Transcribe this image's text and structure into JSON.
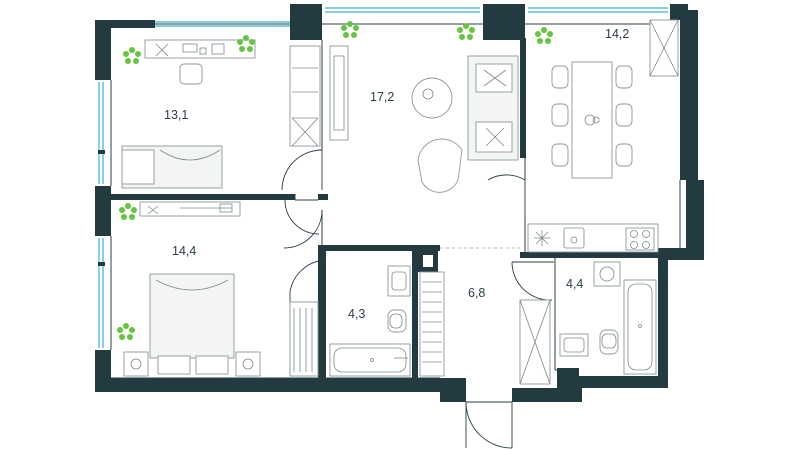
{
  "rooms": [
    {
      "id": "bedroom-1",
      "label": "13,1"
    },
    {
      "id": "living",
      "label": "17,2"
    },
    {
      "id": "kitchen",
      "label": "14,2"
    },
    {
      "id": "bedroom-2",
      "label": "14,4"
    },
    {
      "id": "bathroom-1",
      "label": "4,3"
    },
    {
      "id": "hall",
      "label": "6,8"
    },
    {
      "id": "bathroom-2",
      "label": "4,4"
    }
  ],
  "colors": {
    "wall": "#243a41",
    "window": "#3ab0d6",
    "plant": "#66c43f",
    "furniture_stroke": "#8c989c"
  }
}
